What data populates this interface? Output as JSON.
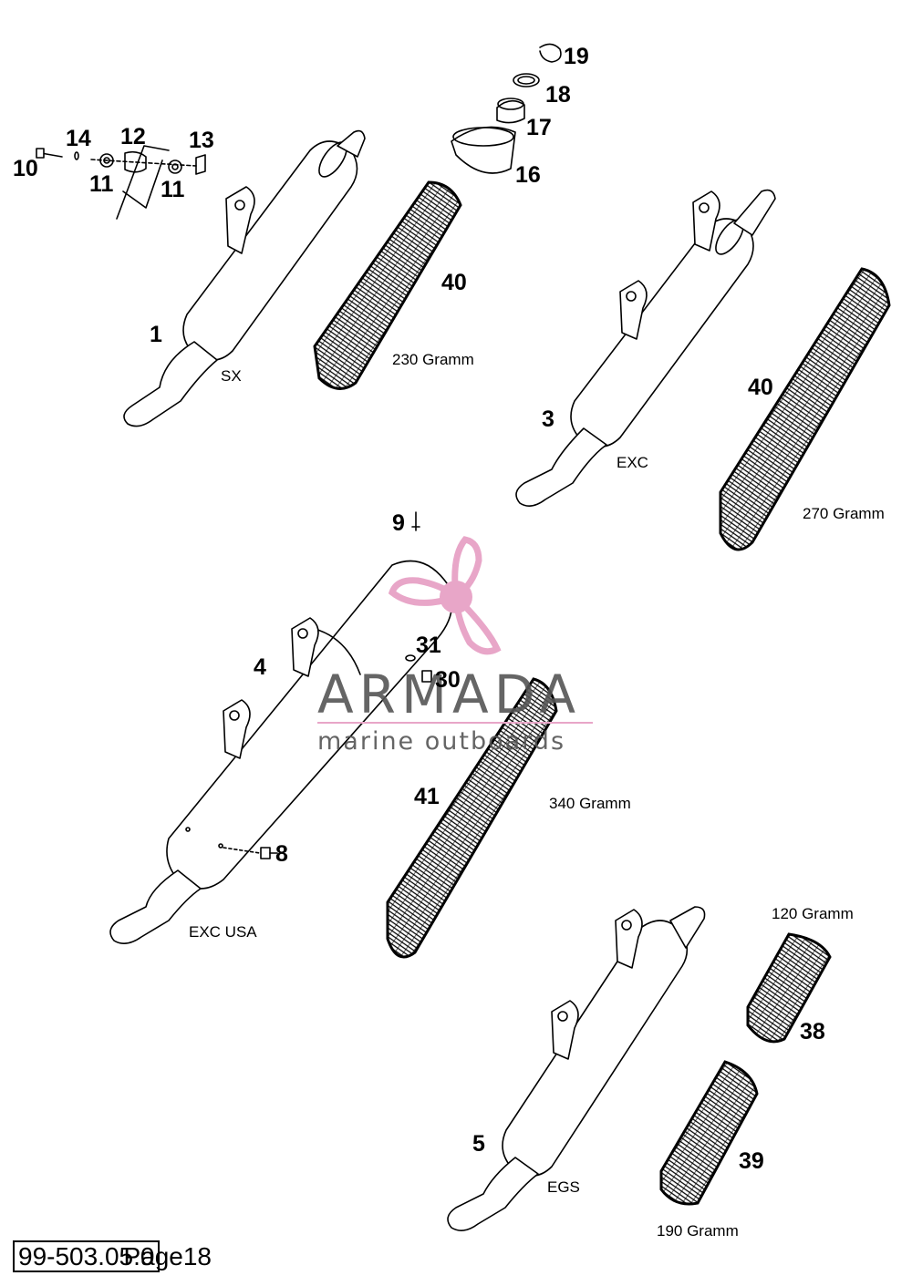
{
  "callouts": {
    "c1": "1",
    "c3": "3",
    "c4": "4",
    "c5": "5",
    "c8": "8",
    "c9": "9",
    "c10": "10",
    "c11a": "11",
    "c11b": "11",
    "c12": "12",
    "c13": "13",
    "c14": "14",
    "c16": "16",
    "c17": "17",
    "c18": "18",
    "c19": "19",
    "c30": "30",
    "c31": "31",
    "c38": "38",
    "c39": "39",
    "c40a": "40",
    "c40b": "40",
    "c41": "41"
  },
  "variants": {
    "sx": "SX",
    "exc": "EXC",
    "exc_usa": "EXC USA",
    "egs": "EGS"
  },
  "weights": {
    "w230": "230 Gramm",
    "w270": "270 Gramm",
    "w340": "340 Gramm",
    "w120": "120 Gramm",
    "w190": "190 Gramm"
  },
  "watermark": {
    "brand": "ARMADA",
    "tagline": "marine outboards",
    "accent_color": "#e8a6c8",
    "text_color": "#555555"
  },
  "footer": {
    "doc_code": "99-503.05.0",
    "page_label": "Page18"
  }
}
